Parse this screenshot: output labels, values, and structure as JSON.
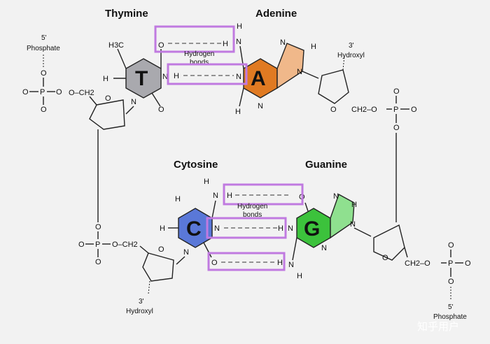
{
  "bases": {
    "thymine": "Thymine",
    "adenine": "Adenine",
    "cytosine": "Cytosine",
    "guanine": "Guanine"
  },
  "letters": {
    "t": "T",
    "a": "A",
    "c": "C",
    "g": "G"
  },
  "labels": {
    "phosphate_num": "5'",
    "phosphate": "Phosphate",
    "hydroxyl_num": "3'",
    "hydroxyl": "Hydroxyl",
    "hydrogen": "Hydrogen",
    "bonds": "bonds"
  },
  "atoms": {
    "O": "O",
    "N": "N",
    "H": "H",
    "P": "P",
    "ch3": "H3C",
    "ch2": "CH2",
    "ch2_left": "O–CH2",
    "ch2_right": "CH2–O"
  },
  "watermark": "知乎用户",
  "colors": {
    "thymine": "#a9a9ae",
    "adenine": "#e07a22",
    "adenine_ring": "#f0b88a",
    "cytosine": "#5a78d8",
    "guanine": "#3cc23c",
    "guanine_ring": "#8fe08f",
    "highlight": "#c07ae0"
  }
}
